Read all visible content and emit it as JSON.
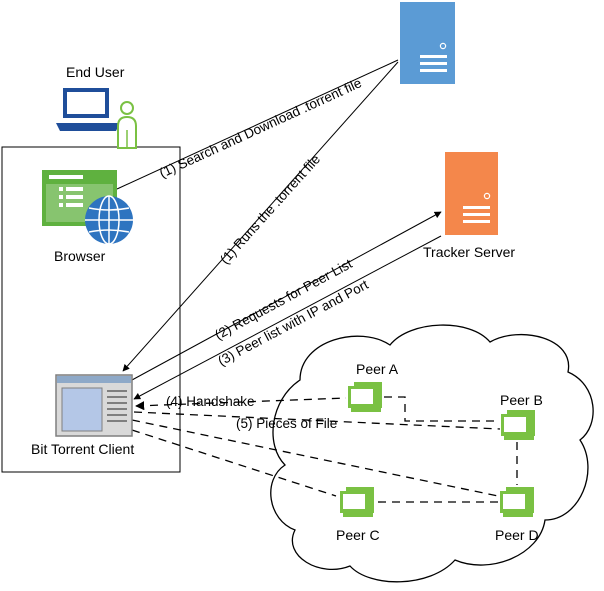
{
  "nodes": {
    "end_user": {
      "label": "End User"
    },
    "browser": {
      "label": "Browser"
    },
    "tracker": {
      "label": "Tracker Server"
    },
    "client": {
      "label": "Bit Torrent Client"
    },
    "peer_a": {
      "label": "Peer A"
    },
    "peer_b": {
      "label": "Peer B"
    },
    "peer_c": {
      "label": "Peer C"
    },
    "peer_d": {
      "label": "Peer D"
    }
  },
  "edges": {
    "e1": {
      "label": "(1) Search and Download .torrent file"
    },
    "e2": {
      "label": "(1) Runs the .torrent file"
    },
    "e3": {
      "label": "(2) Requests for Peer List"
    },
    "e4": {
      "label": "(3) Peer list with IP and Port"
    },
    "e5": {
      "label": "(4) Handshake"
    },
    "e6": {
      "label": "(5) Pieces of File"
    }
  },
  "colors": {
    "web_server": "#5b9bd5",
    "tracker_server": "#f4874b",
    "browser_green": "#5fb13f",
    "globe_blue": "#2e74c0",
    "computer_green": "#7ac143",
    "user_blue": "#1f4e9a",
    "client_window": "#b4c7e7"
  }
}
